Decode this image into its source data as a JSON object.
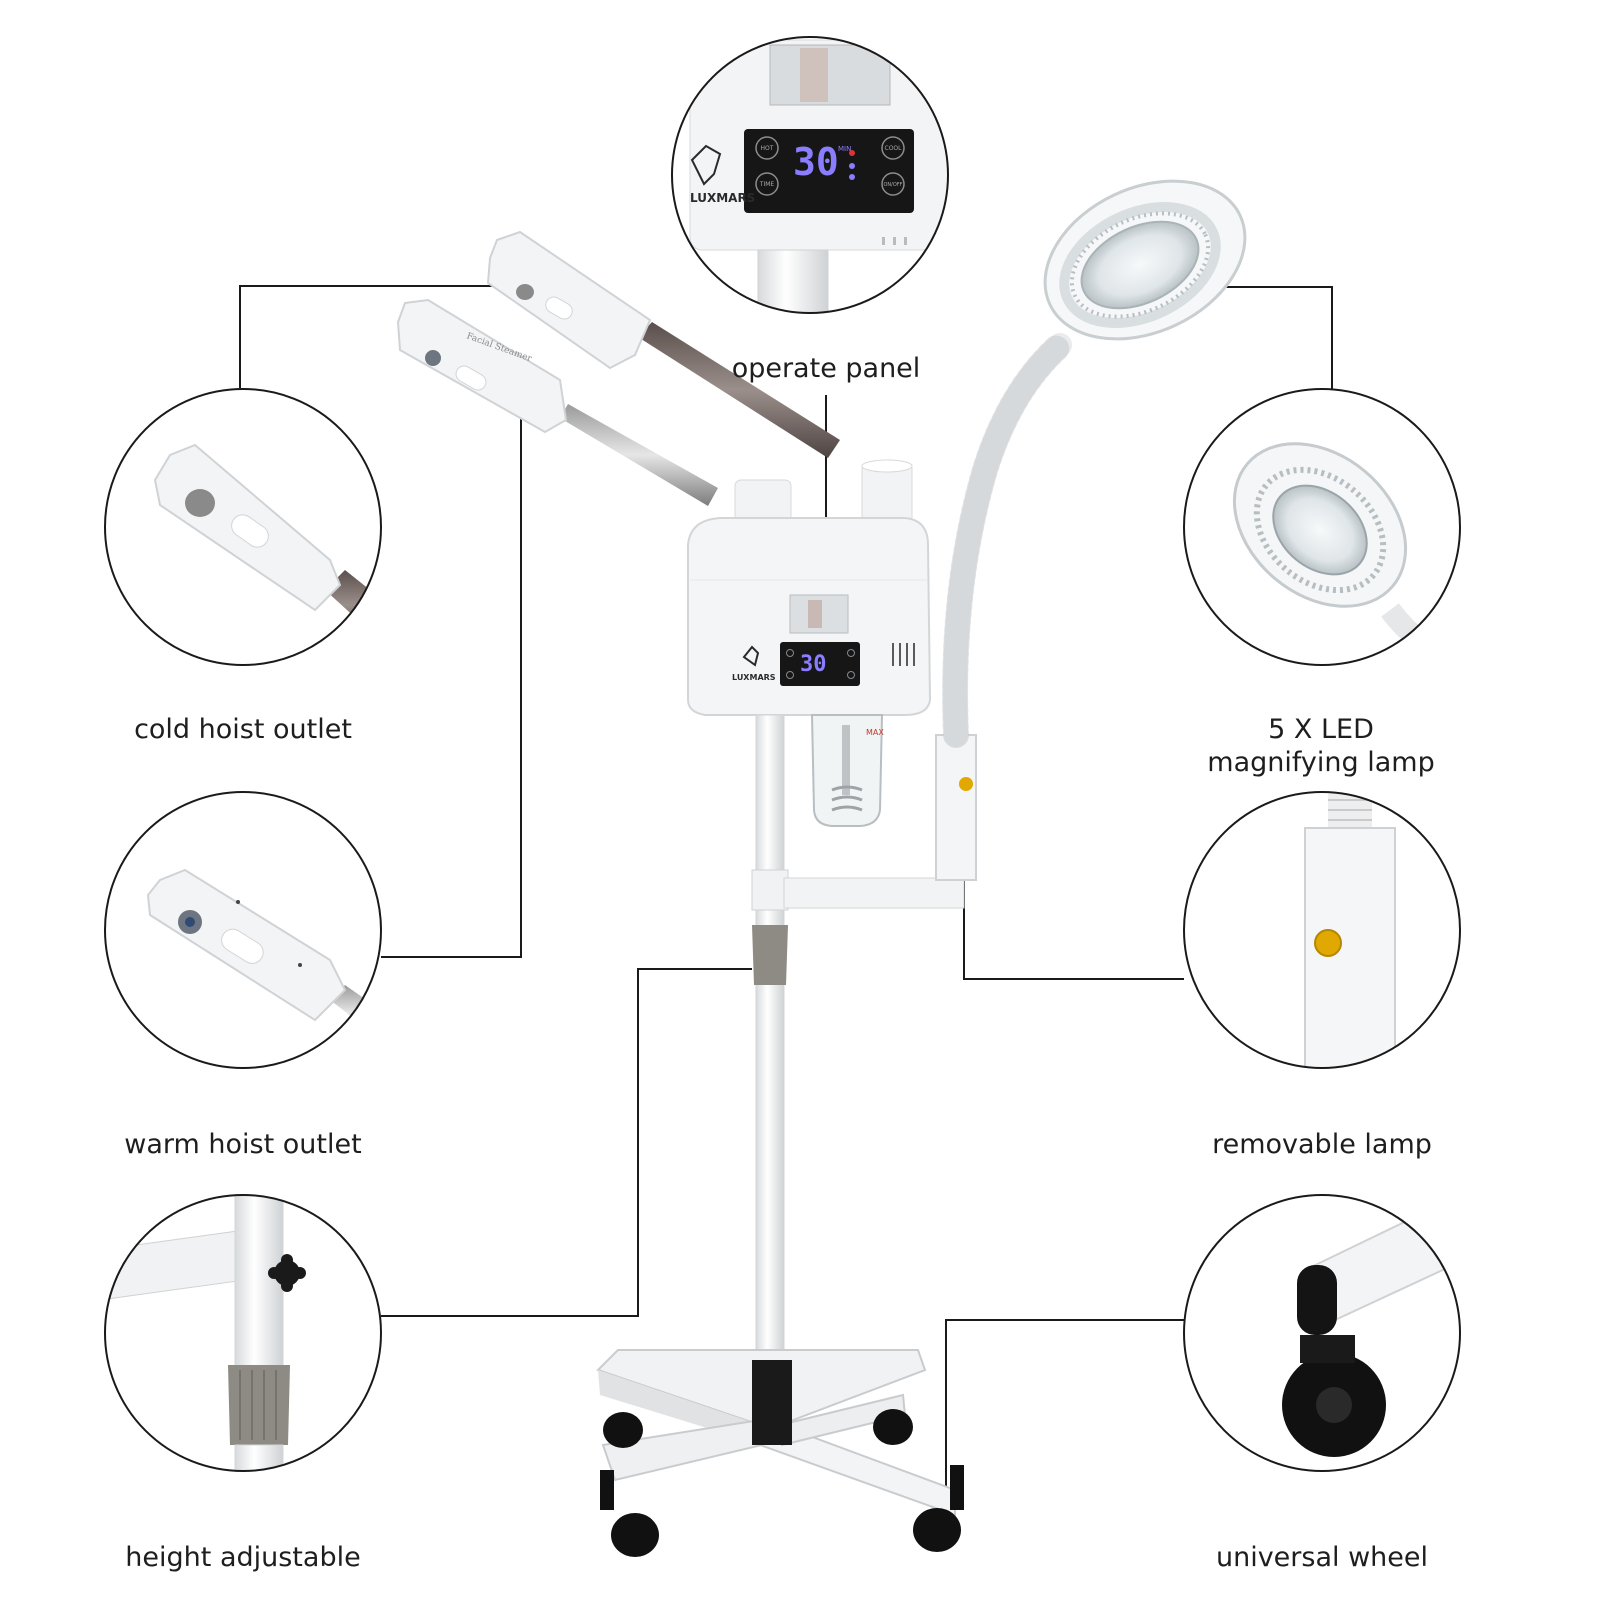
{
  "labels": {
    "operate_panel": "operate panel",
    "cold_outlet": "cold hoist outlet",
    "warm_outlet": "warm hoist outlet",
    "height_adjustable": "height adjustable",
    "led_lamp": "5 X LED magnifying lamp",
    "removable_lamp": "removable lamp",
    "universal_wheel": "universal wheel"
  },
  "device": {
    "brand": "LUXMARS",
    "display_value": "30",
    "display_unit": "MIN",
    "buttons": [
      "HOT",
      "TIME",
      "COOL",
      "ON/OFF"
    ],
    "nozzle_text": "Facial Steamer",
    "tank_text": "MAX"
  },
  "colors": {
    "line": "#1a1a1a",
    "device_white": "#f4f5f6",
    "panel_black": "#161616",
    "display_blue": "#8a7dff",
    "knob_yellow": "#e0a800",
    "collar_grey": "#8e8b84",
    "wheel_black": "#111111"
  }
}
